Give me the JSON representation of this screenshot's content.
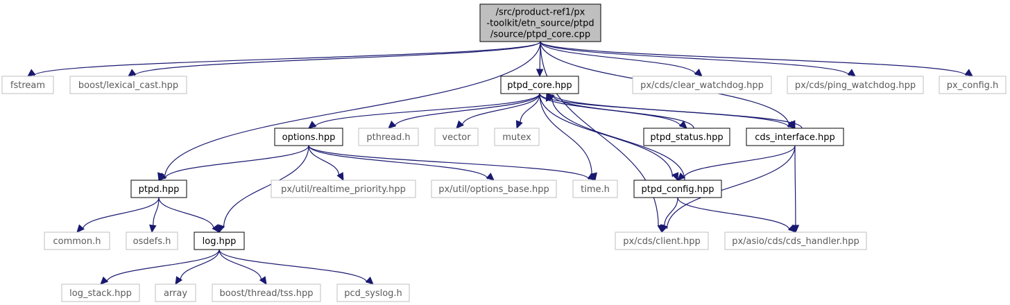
{
  "nodes": [
    {
      "id": "root",
      "style": "root",
      "lines": [
        "/src/product-ref1/px",
        "-toolkit/etn_source/ptpd",
        "/source/ptpd_core.cpp"
      ]
    },
    {
      "id": "fstream",
      "style": "sys",
      "lines": [
        "fstream"
      ]
    },
    {
      "id": "lexical",
      "style": "sys",
      "lines": [
        "boost/lexical_cast.hpp"
      ]
    },
    {
      "id": "core_hpp",
      "style": "doc",
      "lines": [
        "ptpd_core.hpp"
      ]
    },
    {
      "id": "clear_wd",
      "style": "sys",
      "lines": [
        "px/cds/clear_watchdog.hpp"
      ]
    },
    {
      "id": "ping_wd",
      "style": "sys",
      "lines": [
        "px/cds/ping_watchdog.hpp"
      ]
    },
    {
      "id": "px_config",
      "style": "sys",
      "lines": [
        "px_config.h"
      ]
    },
    {
      "id": "options",
      "style": "doc",
      "lines": [
        "options.hpp"
      ]
    },
    {
      "id": "pthread",
      "style": "sys",
      "lines": [
        "pthread.h"
      ]
    },
    {
      "id": "vector",
      "style": "sys",
      "lines": [
        "vector"
      ]
    },
    {
      "id": "mutex",
      "style": "sys",
      "lines": [
        "mutex"
      ]
    },
    {
      "id": "status",
      "style": "doc",
      "lines": [
        "ptpd_status.hpp"
      ]
    },
    {
      "id": "cds_iface",
      "style": "doc",
      "lines": [
        "cds_interface.hpp"
      ]
    },
    {
      "id": "ptpd_hpp",
      "style": "doc",
      "lines": [
        "ptpd.hpp"
      ]
    },
    {
      "id": "rt_prio",
      "style": "sys",
      "lines": [
        "px/util/realtime_priority.hpp"
      ]
    },
    {
      "id": "opt_base",
      "style": "sys",
      "lines": [
        "px/util/options_base.hpp"
      ]
    },
    {
      "id": "time_h",
      "style": "sys",
      "lines": [
        "time.h"
      ]
    },
    {
      "id": "config",
      "style": "doc",
      "lines": [
        "ptpd_config.hpp"
      ]
    },
    {
      "id": "common",
      "style": "sys",
      "lines": [
        "common.h"
      ]
    },
    {
      "id": "osdefs",
      "style": "sys",
      "lines": [
        "osdefs.h"
      ]
    },
    {
      "id": "log",
      "style": "doc",
      "lines": [
        "log.hpp"
      ]
    },
    {
      "id": "client",
      "style": "sys",
      "lines": [
        "px/cds/client.hpp"
      ]
    },
    {
      "id": "cds_handler",
      "style": "sys",
      "lines": [
        "px/asio/cds/cds_handler.hpp"
      ]
    },
    {
      "id": "log_stack",
      "style": "sys",
      "lines": [
        "log_stack.hpp"
      ]
    },
    {
      "id": "array",
      "style": "sys",
      "lines": [
        "array"
      ]
    },
    {
      "id": "tss",
      "style": "sys",
      "lines": [
        "boost/thread/tss.hpp"
      ]
    },
    {
      "id": "syslog",
      "style": "sys",
      "lines": [
        "pcd_syslog.h"
      ]
    }
  ],
  "edges": [
    [
      "root",
      "fstream"
    ],
    [
      "root",
      "lexical"
    ],
    [
      "root",
      "ptpd_hpp"
    ],
    [
      "root",
      "client"
    ],
    [
      "root",
      "core_hpp"
    ],
    [
      "root",
      "cds_iface"
    ],
    [
      "root",
      "clear_wd"
    ],
    [
      "root",
      "ping_wd"
    ],
    [
      "root",
      "px_config"
    ],
    [
      "core_hpp",
      "options"
    ],
    [
      "core_hpp",
      "pthread"
    ],
    [
      "core_hpp",
      "vector"
    ],
    [
      "core_hpp",
      "mutex"
    ],
    [
      "core_hpp",
      "status"
    ],
    [
      "core_hpp",
      "cds_iface"
    ],
    [
      "core_hpp",
      "config"
    ],
    [
      "core_hpp",
      "time_h"
    ],
    [
      "status",
      "core_hpp"
    ],
    [
      "cds_iface",
      "core_hpp"
    ],
    [
      "config",
      "core_hpp"
    ],
    [
      "options",
      "ptpd_hpp"
    ],
    [
      "options",
      "log"
    ],
    [
      "options",
      "rt_prio"
    ],
    [
      "options",
      "opt_base"
    ],
    [
      "options",
      "time_h"
    ],
    [
      "cds_iface",
      "config"
    ],
    [
      "cds_iface",
      "client"
    ],
    [
      "cds_iface",
      "cds_handler"
    ],
    [
      "config",
      "client"
    ],
    [
      "config",
      "cds_handler"
    ],
    [
      "ptpd_hpp",
      "common"
    ],
    [
      "ptpd_hpp",
      "osdefs"
    ],
    [
      "ptpd_hpp",
      "log"
    ],
    [
      "log",
      "log_stack"
    ],
    [
      "log",
      "array"
    ],
    [
      "log",
      "tss"
    ],
    [
      "log",
      "syslog"
    ]
  ]
}
